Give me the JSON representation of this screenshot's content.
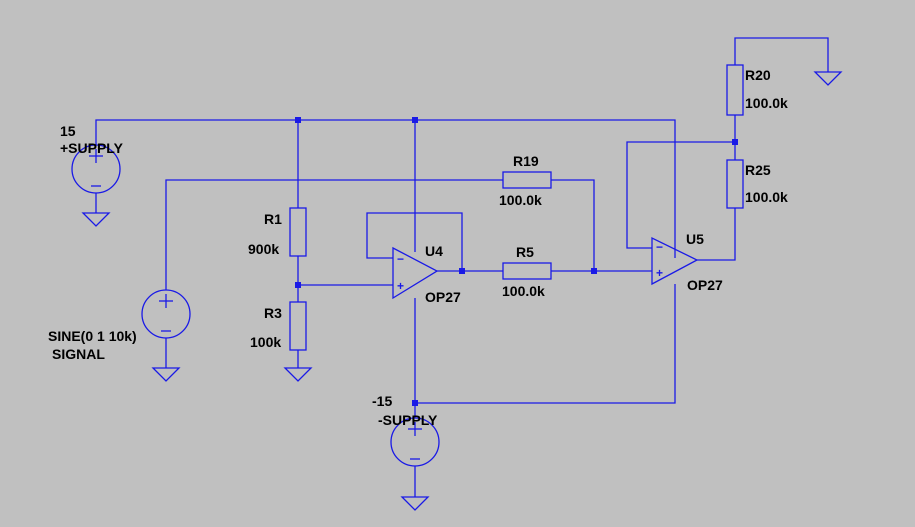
{
  "components": {
    "v_supply_pos": {
      "value": "15",
      "name": "+SUPPLY"
    },
    "v_supply_neg": {
      "value": "-15",
      "name": "-SUPPLY"
    },
    "v_signal": {
      "value": "SINE(0 1 10k)",
      "name": "SIGNAL"
    },
    "r1": {
      "name": "R1",
      "value": "900k"
    },
    "r3": {
      "name": "R3",
      "value": "100k"
    },
    "r19": {
      "name": "R19",
      "value": "100.0k"
    },
    "r5": {
      "name": "R5",
      "value": "100.0k"
    },
    "r20": {
      "name": "R20",
      "value": "100.0k"
    },
    "r25": {
      "name": "R25",
      "value": "100.0k"
    },
    "u4": {
      "name": "U4",
      "model": "OP27"
    },
    "u5": {
      "name": "U5",
      "model": "OP27"
    }
  },
  "pins": {
    "plus": "+",
    "minus": "−"
  },
  "colors": {
    "wire": "#1a1ae6",
    "background": "#c0c0c0",
    "text": "#000000"
  }
}
